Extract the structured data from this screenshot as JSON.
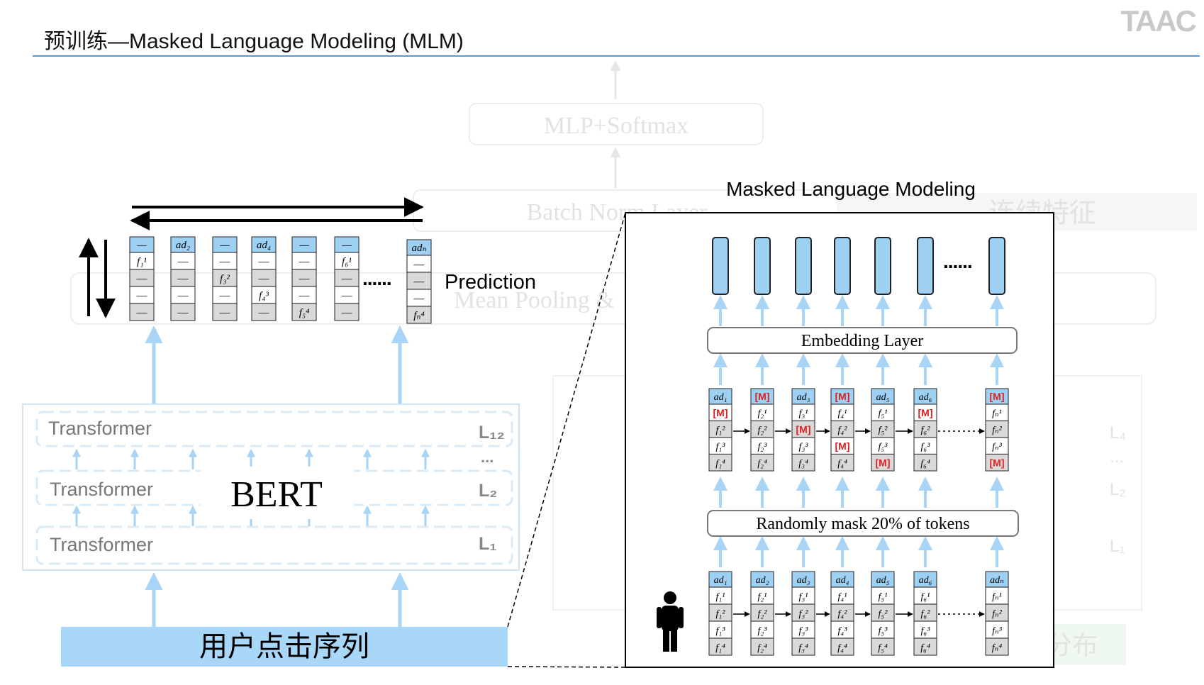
{
  "header": {
    "title": "预训练—Masked Language Modeling (MLM)",
    "logo": "TAAC"
  },
  "colors": {
    "accent_line": "#5b9bd5",
    "token_blue": "#9dd0f3",
    "arrow_blue": "#a8d4f5",
    "mask_red": "#e02020",
    "input_bar": "#a9d7f7"
  },
  "background_layer": {
    "mlp": "MLP+Softmax",
    "batch_norm": "Batch Norm Layer",
    "mean_pooling": "Mean Pooling &",
    "continuous": "连续特征",
    "dist": "分布",
    "layers": [
      "L₄",
      "...",
      "L₂",
      "L₁"
    ]
  },
  "left": {
    "prediction_label": "Prediction",
    "ellipsis": "......",
    "pred_columns": [
      {
        "top": "—",
        "cells": [
          "f₁¹",
          "—",
          "—",
          "—"
        ]
      },
      {
        "top": "ad₂",
        "cells": [
          "—",
          "—",
          "—",
          "—"
        ]
      },
      {
        "top": "—",
        "cells": [
          "—",
          "f₃²",
          "—",
          "—"
        ]
      },
      {
        "top": "ad₄",
        "cells": [
          "—",
          "—",
          "f₄³",
          "—"
        ]
      },
      {
        "top": "—",
        "cells": [
          "—",
          "—",
          "—",
          "f₅⁴"
        ]
      },
      {
        "top": "—",
        "cells": [
          "f₆¹",
          "—",
          "—",
          "—"
        ]
      },
      {
        "top": "adₙ",
        "cells": [
          "—",
          "—",
          "—",
          "fₙ⁴"
        ]
      }
    ],
    "transformer_label": "Transformer",
    "layers": [
      "L₁₂",
      "L₂",
      "L₁"
    ],
    "layer_dots": "...",
    "bert_label": "BERT",
    "input_label": "用户点击序列"
  },
  "right": {
    "title": "Masked Language Modeling",
    "ellipsis": "......",
    "embedding_label": "Embedding Layer",
    "mask_label": "Randomly mask 20% of tokens",
    "masked_columns": [
      {
        "top": "ad₁",
        "cells": [
          "[M]",
          "f₁²",
          "f₁³",
          "f₁⁴"
        ]
      },
      {
        "top": "[M]",
        "cells": [
          "f₂¹",
          "f₂²",
          "f₂³",
          "f₂⁴"
        ]
      },
      {
        "top": "ad₃",
        "cells": [
          "f₃¹",
          "[M]",
          "f₃³",
          "f₃⁴"
        ]
      },
      {
        "top": "[M]",
        "cells": [
          "f₄¹",
          "f₄²",
          "[M]",
          "f₄⁴"
        ]
      },
      {
        "top": "ad₅",
        "cells": [
          "f₅¹",
          "f₅²",
          "f₅³",
          "[M]"
        ]
      },
      {
        "top": "ad₆",
        "cells": [
          "[M]",
          "f₆²",
          "f₆³",
          "f₆⁴"
        ]
      },
      {
        "top": "[M]",
        "cells": [
          "fₙ¹",
          "fₙ²",
          "fₙ³",
          "[M]"
        ]
      }
    ],
    "input_columns": [
      {
        "top": "ad₁",
        "cells": [
          "f₁¹",
          "f₁²",
          "f₁³",
          "f₁⁴"
        ]
      },
      {
        "top": "ad₂",
        "cells": [
          "f₂¹",
          "f₂²",
          "f₂³",
          "f₂⁴"
        ]
      },
      {
        "top": "ad₃",
        "cells": [
          "f₃¹",
          "f₃²",
          "f₃³",
          "f₃⁴"
        ]
      },
      {
        "top": "ad₄",
        "cells": [
          "f₄¹",
          "f₄²",
          "f₄³",
          "f₄⁴"
        ]
      },
      {
        "top": "ad₅",
        "cells": [
          "f₅¹",
          "f₅²",
          "f₅³",
          "f₅⁴"
        ]
      },
      {
        "top": "ad₆",
        "cells": [
          "f₆¹",
          "f₆²",
          "f₆³",
          "f₆⁴"
        ]
      },
      {
        "top": "adₙ",
        "cells": [
          "fₙ¹",
          "fₙ²",
          "fₙ³",
          "fₙ⁴"
        ]
      }
    ]
  }
}
